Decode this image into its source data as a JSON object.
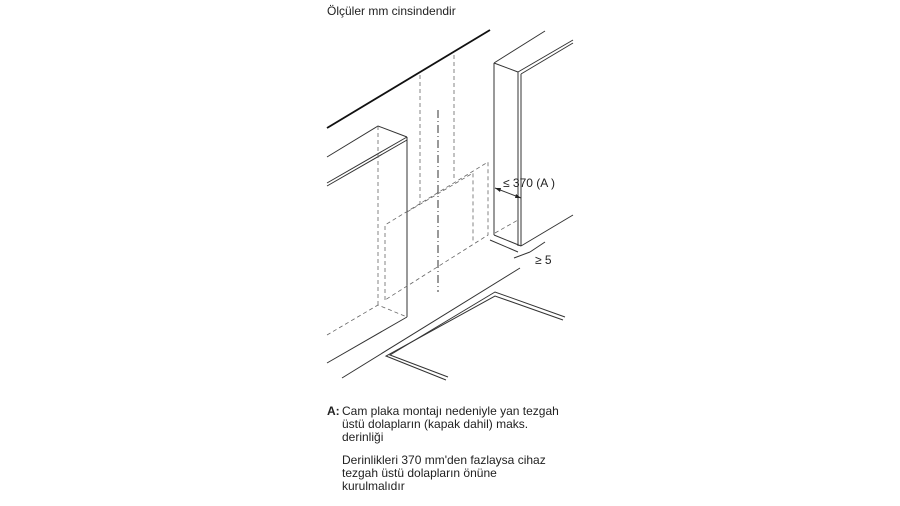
{
  "title": "Ölçüler mm cinsindendir",
  "dimensions": {
    "max_depth": "≤ 370 (A )",
    "min_gap": "≥ 5"
  },
  "legend": {
    "key": "A:",
    "lines": [
      "Cam plaka montajı nedeniyle yan tezgah",
      "üstü dolapların (kapak dahil) maks.",
      "derinliği"
    ],
    "note_lines": [
      "Derinlikleri 370 mm'den fazlaysa cihaz",
      "tezgah üstü dolapların önüne",
      "kurulmalıdır"
    ]
  }
}
